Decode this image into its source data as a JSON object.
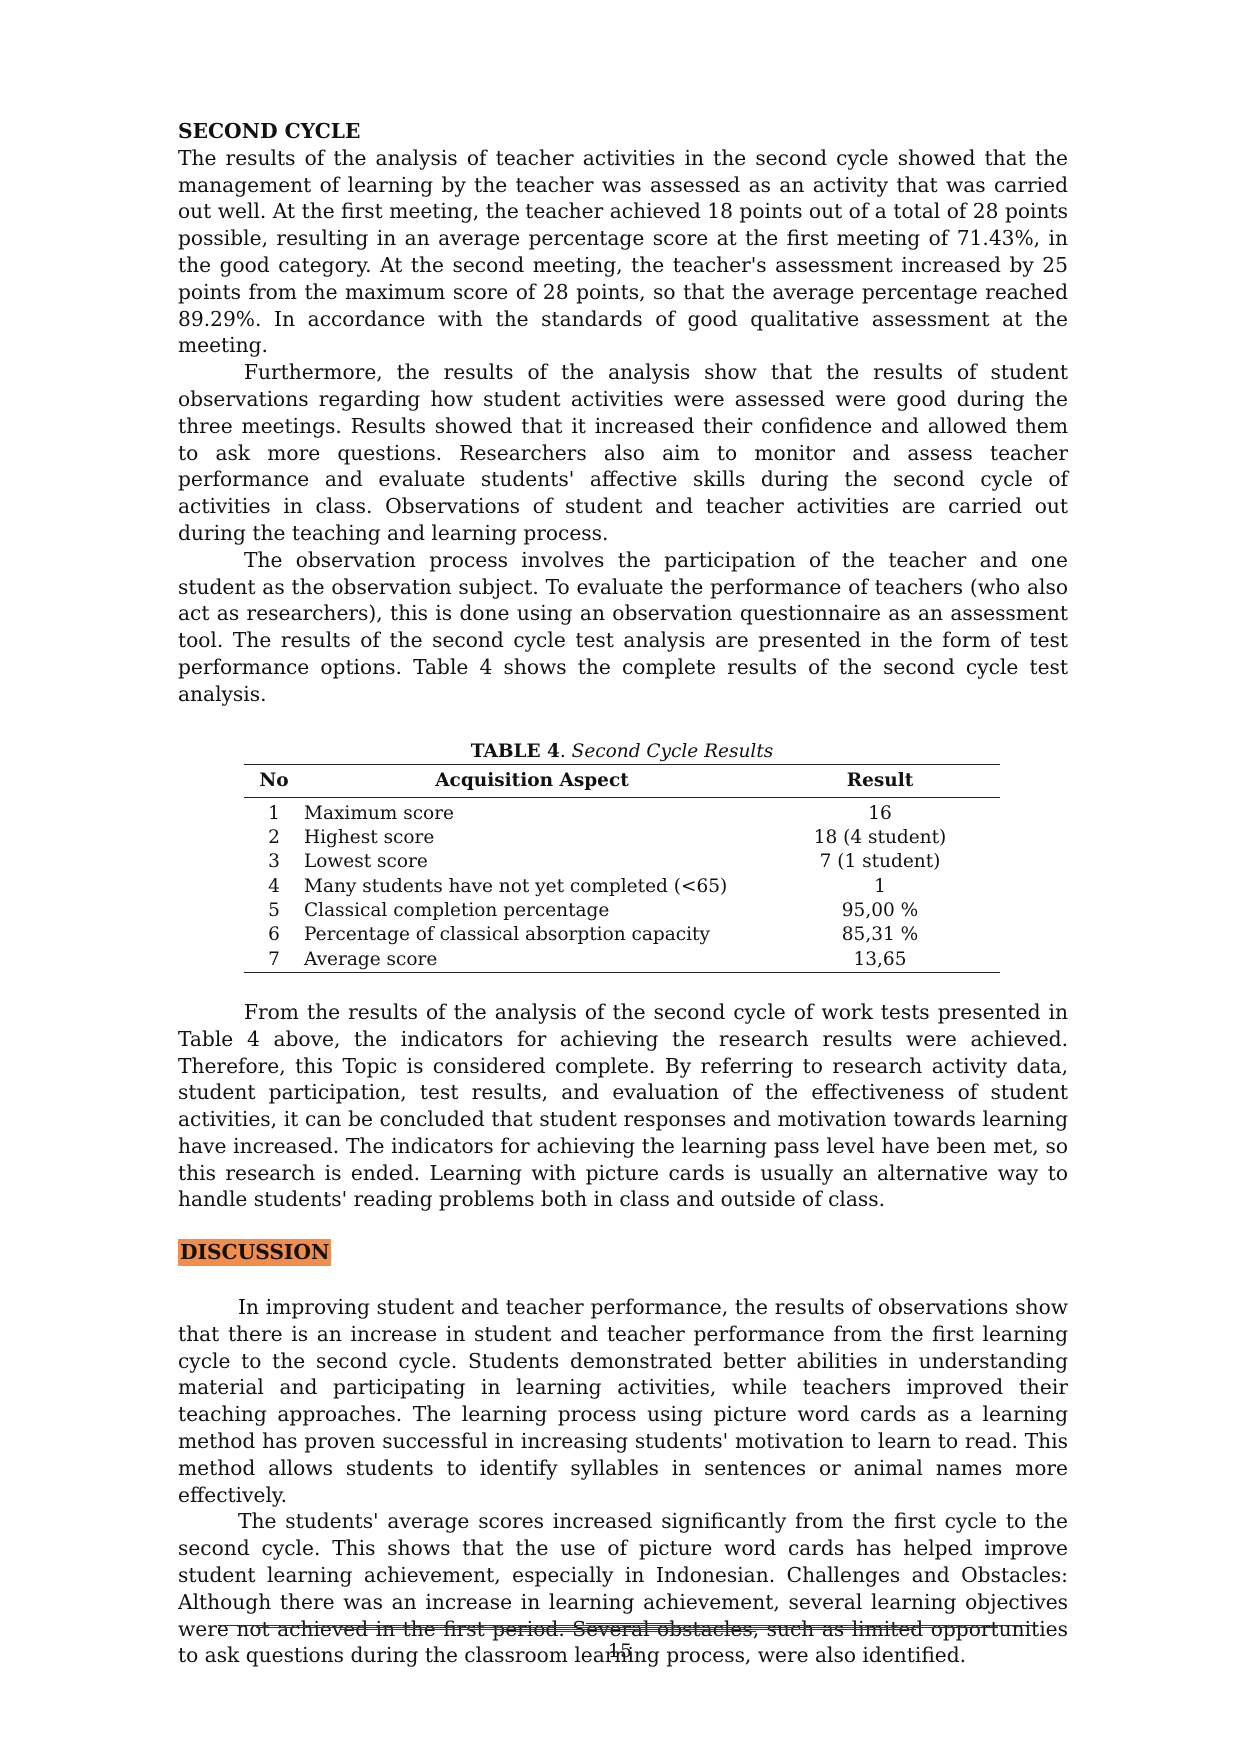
{
  "section": {
    "heading": "SECOND CYCLE",
    "paragraphs": [
      "The results of the analysis of teacher activities in the second cycle showed that the management of learning by the teacher was assessed as an activity that was carried out well. At the first meeting, the teacher achieved 18 points out of a total of 28 points possible, resulting in an average percentage score at the first meeting of 71.43%, in the good category. At the second meeting, the teacher's assessment increased by 25 points from the maximum score of 28 points, so that the average percentage reached 89.29%. In accordance with the standards of good qualitative assessment at the meeting.",
      "Furthermore, the results of the analysis show that the results of student observations regarding how student activities were assessed were good during the three meetings. Results showed that it increased their confidence and allowed them to ask more questions. Researchers also aim to monitor and assess teacher performance and evaluate students' affective skills during the second cycle of activities in class. Observations of student and teacher activities are carried out during the teaching and learning process.",
      "The observation process involves the participation of the teacher and one student as the observation subject. To evaluate the performance of teachers (who also act as researchers), this is done using an observation questionnaire as an assessment tool. The results of the second cycle test analysis are presented in the form of test performance options. Table 4 shows the complete results of the second cycle test analysis."
    ]
  },
  "table": {
    "caption_label": "TABLE 4",
    "caption_sep": ". ",
    "caption_title": "Second Cycle Results",
    "headers": [
      "No",
      "Acquisition Aspect",
      "Result"
    ],
    "rows": [
      [
        "1",
        "Maximum score",
        "16"
      ],
      [
        "2",
        "Highest score",
        "18 (4 student)"
      ],
      [
        "3",
        "Lowest score",
        "7 (1 student)"
      ],
      [
        "4",
        "Many students have not yet completed (<65)",
        "1"
      ],
      [
        "5",
        "Classical completion percentage",
        "95,00 %"
      ],
      [
        "6",
        "Percentage of classical absorption capacity",
        "85,31 %"
      ],
      [
        "7",
        "Average score",
        "13,65"
      ]
    ]
  },
  "after_table": "From the results of the analysis of the second cycle of work tests presented in Table 4 above, the indicators for achieving the research results were achieved. Therefore, this Topic is considered complete. By referring to research activity data, student participation, test results, and evaluation of the effectiveness of student activities, it can be concluded that student responses and motivation towards learning have increased. The indicators for achieving the learning pass level have been met, so this research is ended. Learning with picture cards is usually an alternative way to handle students' reading problems both in class and outside of class.",
  "discussion": {
    "heading": "DISCUSSION",
    "highlight_color": "#f28e4d",
    "paragraphs": [
      "In improving student and teacher performance, the results of observations show that there is an increase in student and teacher performance from the first learning cycle to the second cycle. Students demonstrated better abilities in understanding material and participating in learning activities, while teachers improved their teaching approaches. The learning process using picture word cards as a learning method has proven successful in increasing students' motivation to learn to read. This method allows students to identify syllables in sentences or animal names more effectively.",
      "The students' average scores increased significantly from the first cycle to the second cycle. This shows that the use of picture word cards has helped improve student learning achievement, especially in Indonesian. Challenges and Obstacles: Although there was an increase in learning achievement, several learning objectives were not achieved in the first period. Several obstacles, such as limited opportunities to ask questions during the classroom learning process, were also identified."
    ]
  },
  "footer": {
    "page_number": "15"
  }
}
